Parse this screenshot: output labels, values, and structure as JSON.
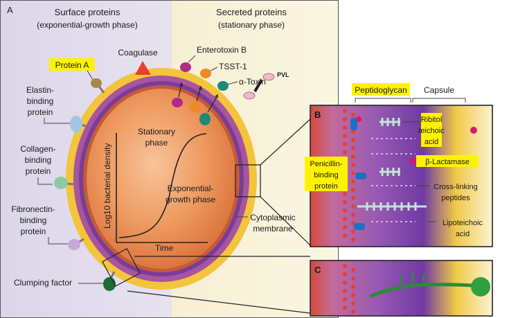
{
  "panel_a": {
    "panel_letter": "A",
    "surface_title_1": "Surface proteins",
    "surface_title_2": "(exponential-growth phase)",
    "secreted_title_1": "Secreted proteins",
    "secreted_title_2": "(stationary phase)",
    "coagulase": "Coagulase",
    "enterotoxin_b": "Enterotoxin B",
    "tsst1": "TSST-1",
    "alpha_toxin": "α-Toxin",
    "pvl": "PVL",
    "protein_a": "Protein A",
    "elastin_1": "Elastin-",
    "elastin_2": "binding",
    "elastin_3": "protein",
    "collagen_1": "Collagen-",
    "collagen_2": "binding",
    "collagen_3": "protein",
    "fibronectin_1": "Fibronectin-",
    "fibronectin_2": "binding",
    "fibronectin_3": "protein",
    "clumping": "Clumping factor",
    "cytoplasmic_1": "Cytoplasmic",
    "cytoplasmic_2": "membrane"
  },
  "growth_curve": {
    "ylabel": "Log10 bacterial density",
    "xlabel": "Time",
    "stationary_1": "Stationary",
    "stationary_2": "phase",
    "exponential_1": "Exponential-",
    "exponential_2": "growth phase"
  },
  "panel_b": {
    "panel_letter": "B",
    "peptidoglycan": "Peptidoglycan",
    "capsule": "Capsule",
    "ribitol_1": "Ribitol",
    "ribitol_2": "teichoic",
    "ribitol_3": "acid",
    "beta_lactamase": "β-Lactamase",
    "pbp_1": "Penicillin-",
    "pbp_2": "binding",
    "pbp_3": "protein",
    "crosslink_1": "Cross-linking",
    "crosslink_2": "peptides",
    "lipoteichoic_1": "Lipoteichoic",
    "lipoteichoic_2": "acid"
  },
  "panel_c": {
    "panel_letter": "C"
  },
  "colors": {
    "highlight": "#fff200",
    "cell_interior": "#e8864a",
    "membrane_purple": "#8a3f9a",
    "wall_yellow": "#f2c93a"
  }
}
